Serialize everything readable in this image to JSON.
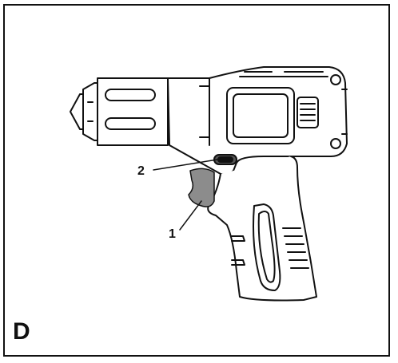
{
  "figure": {
    "panel_label": "D",
    "callouts": [
      {
        "id": "1",
        "label": "1"
      },
      {
        "id": "2",
        "label": "2"
      }
    ],
    "trigger_color": "#8c8c8c",
    "line_color": "#111111"
  }
}
